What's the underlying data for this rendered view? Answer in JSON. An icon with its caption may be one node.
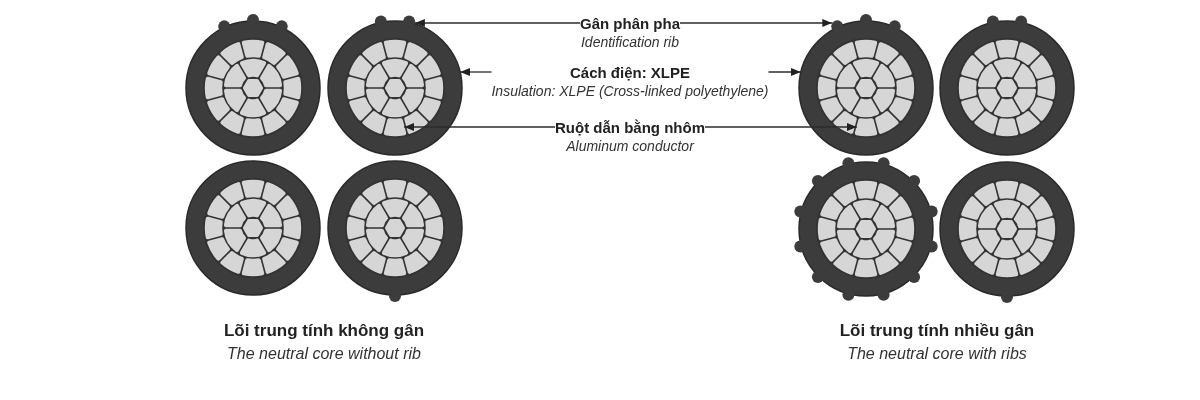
{
  "diagram": {
    "nodes": [
      {
        "text": [
          "Gân phân pha",
          "Identification rib"
        ]
      },
      {
        "text": [
          "Cách điện: XLPE",
          "Insulation: XLPE (Cross-linked polyethylene)"
        ]
      },
      {
        "text": [
          "Ruột dẫn bằng nhôm",
          "Aluminum conductor"
        ]
      }
    ],
    "edges": [
      {
        "from": 0,
        "to": null,
        "arrow": "to"
      },
      {
        "from": 0,
        "to": null,
        "arrow": "to"
      },
      {
        "from": 1,
        "to": null,
        "arrow": "to"
      },
      {
        "from": 1,
        "to": null,
        "arrow": "to"
      },
      {
        "from": 2,
        "to": null,
        "arrow": "to"
      },
      {
        "from": 2,
        "to": null,
        "arrow": "to"
      }
    ],
    "labels": [
      "Lõi trung tính không gân",
      "The neutral core without rib",
      "Lõi trung tính nhiều gân",
      "The neutral core with ribs"
    ]
  }
}
